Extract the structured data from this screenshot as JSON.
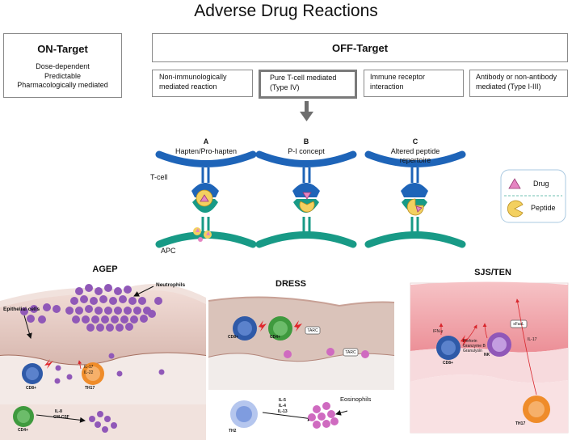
{
  "title": "Adverse Drug Reactions",
  "on_target": {
    "heading": "ON-Target",
    "lines": [
      "Dose-dependent",
      "Predictable",
      "Pharmacologically mediated"
    ]
  },
  "off_target": {
    "heading": "OFF-Target",
    "mechanisms": [
      {
        "line1": "Non-immunologically",
        "line2": "mediated reaction"
      },
      {
        "line1": "Pure T-cell mediated",
        "line2": "(Type IV)"
      },
      {
        "line1": "Immune receptor",
        "line2": "interaction"
      },
      {
        "line1": "Antibody or non-antibody",
        "line2": "mediated (Type I-III)"
      }
    ]
  },
  "models": [
    {
      "letter": "A",
      "line1": "Hapten/Pro-hapten",
      "line2": ""
    },
    {
      "letter": "B",
      "line1": "P-I concept",
      "line2": ""
    },
    {
      "letter": "C",
      "line1": "Altered peptide",
      "line2": "repertoire"
    }
  ],
  "labels": {
    "tcell": "T-cell",
    "apc": "APC"
  },
  "legend": {
    "drug": "Drug",
    "peptide": "Peptide"
  },
  "agep": {
    "title": "AGEP",
    "epithelial": "Epithelial cells",
    "neutrophils": "Neutrophils",
    "cd8": "CD8+",
    "th17": "TH17",
    "il17": "IL-17",
    "il22": "IL-22",
    "cd4": "CD4+",
    "il8": "IL-8",
    "gmcsf": "GM-CSF"
  },
  "dress": {
    "title": "DRESS",
    "cd8": "CD8+",
    "cd4": "CD4+",
    "tarc1": "TARC",
    "tarc2": "TARC",
    "th2": "TH2",
    "il5": "IL-5",
    "il4": "IL-4",
    "il13": "IL-13",
    "eosinophils": "Eosinophils"
  },
  "sjs": {
    "title": "SJS/TEN",
    "ifn": "IFN-γ",
    "perforin": "Perforin",
    "granzyme": "Granzyme B",
    "granulysin": "Granulysin",
    "sfasl": "sFasL",
    "cd8": "CD8+",
    "nk": "NK",
    "il17": "IL-17",
    "th17": "TH17"
  },
  "colors": {
    "tcell_receptor": "#1e64b8",
    "apc_receptor": "#189a86",
    "drug": "#e585c2",
    "peptide": "#f3d060",
    "neutrophil": "#9058b8",
    "cd8": "#2f5aa8",
    "th17": "#ef8c2a",
    "cd4": "#3f9a3e",
    "th2": "#9fb6e6",
    "lightning": "#e0262b",
    "arrow_gray": "#707070"
  }
}
